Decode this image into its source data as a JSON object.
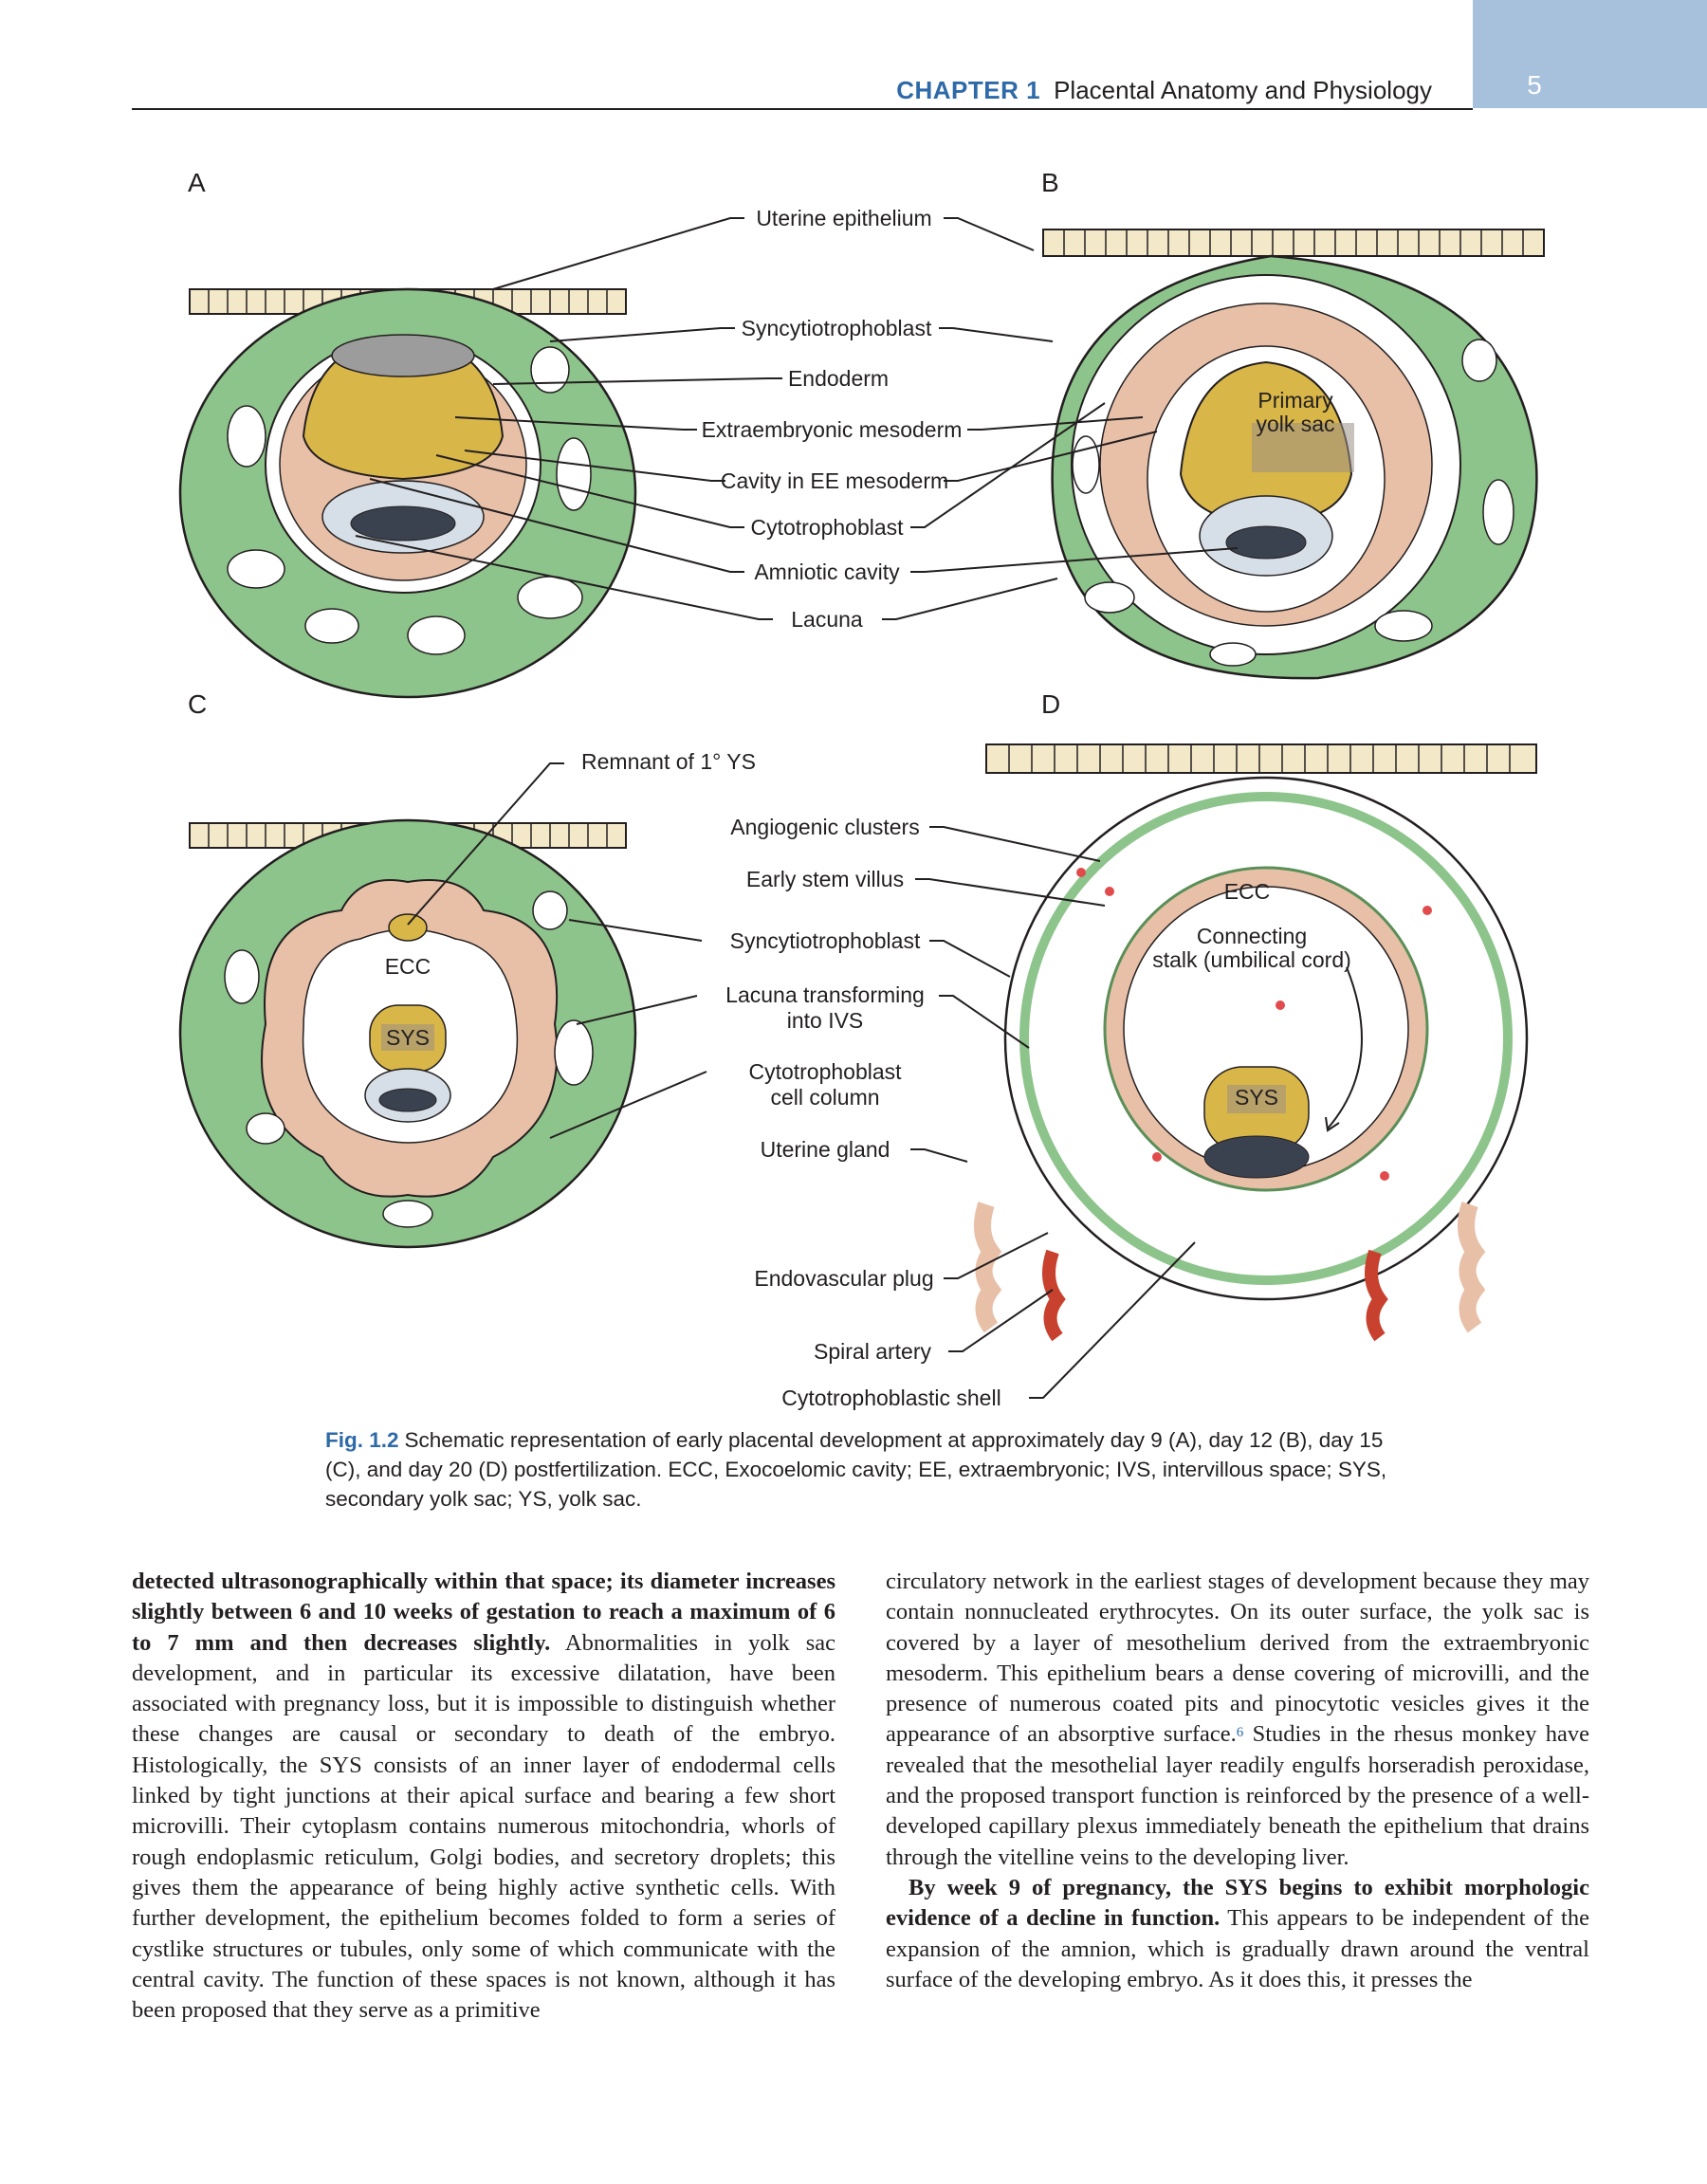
{
  "header": {
    "chapter": "CHAPTER 1",
    "title": "Placental Anatomy and Physiology",
    "page_number": "5"
  },
  "figure": {
    "panels": [
      "A",
      "B",
      "C",
      "D"
    ],
    "labels_top": {
      "uterine_epithelium": "Uterine epithelium",
      "syncytiotrophoblast": "Syncytiotrophoblast",
      "endoderm": "Endoderm",
      "extraembryonic_mesoderm": "Extraembryonic mesoderm",
      "cavity_ee": "Cavity in EE mesoderm",
      "cytotrophoblast": "Cytotrophoblast",
      "amniotic_cavity": "Amniotic cavity",
      "lacuna": "Lacuna",
      "primary_yolk_sac_1": "Primary",
      "primary_yolk_sac_2": "yolk sac"
    },
    "labels_bottom": {
      "remnant": "Remnant of 1° YS",
      "angiogenic": "Angiogenic clusters",
      "early_stem": "Early stem villus",
      "syncytio": "Syncytiotrophoblast",
      "lacuna_1": "Lacuna transforming",
      "lacuna_2": "into IVS",
      "cell_column_1": "Cytotrophoblast",
      "cell_column_2": "cell column",
      "uterine_gland": "Uterine gland",
      "endovascular": "Endovascular plug",
      "spiral": "Spiral artery",
      "shell": "Cytotrophoblastic shell",
      "ecc_c": "ECC",
      "sys_c": "SYS",
      "ecc_d": "ECC",
      "connecting_1": "Connecting",
      "connecting_2": "stalk (umbilical cord)",
      "sys_d": "SYS"
    },
    "caption": {
      "number": "Fig. 1.2",
      "text": "Schematic representation of early placental development at approximately day 9 (A), day 12 (B), day 15 (C), and day 20 (D) postfertilization. ECC, Exocoelomic cavity; EE, extraembryonic; IVS, intervillous space; SYS, secondary yolk sac; YS, yolk sac."
    }
  },
  "body": {
    "left": {
      "bold_lead": "detected ultrasonographically within that space; its diameter increases slightly between 6 and 10 weeks of gestation to reach a maximum of 6 to 7 mm and then decreases slightly.",
      "text": " Abnormalities in yolk sac development, and in particular its excessive dilatation, have been associated with pregnancy loss, but it is impossible to distinguish whether these changes are causal or secondary to death of the embryo. Histologically, the SYS consists of an inner layer of endodermal cells linked by tight junctions at their apical surface and bearing a few short microvilli. Their cytoplasm contains numerous mitochondria, whorls of rough endoplasmic reticulum, Golgi bodies, and secretory droplets; this gives them the appearance of being highly active synthetic cells. With further development, the epithelium becomes folded to form a series of cystlike structures or tubules, only some of which communicate with the central cavity. The function of these spaces is not known, although it has been proposed that they serve as a primitive"
    },
    "right": {
      "para1_a": "circulatory network in the earliest stages of development because they may contain nonnucleated erythrocytes. On its outer surface, the yolk sac is covered by a layer of mesothelium derived from the extraembryonic mesoderm. This epithelium bears a dense covering of microvilli, and the presence of numerous coated pits and pinocytotic vesicles gives it the appearance of an absorptive surface.",
      "ref": "6",
      "para1_b": " Studies in the rhesus monkey have revealed that the mesothelial layer readily engulfs horseradish peroxidase, and the proposed transport function is reinforced by the presence of a well-developed capillary plexus immediately beneath the epithelium that drains through the vitelline veins to the developing liver.",
      "para2_bold": "By week 9 of pregnancy, the SYS begins to exhibit morphologic evidence of a decline in function.",
      "para2_text": " This appears to be independent of the expansion of the amnion, which is gradually drawn around the ventral surface of the developing embryo. As it does this, it presses the"
    }
  },
  "colors": {
    "accent_blue": "#2e6aa8",
    "tab_blue": "#a7c0dc",
    "tissue_green": "#8dc48b",
    "mesoderm_pink": "#e8c0a8",
    "yolk_yellow": "#d9b648"
  }
}
